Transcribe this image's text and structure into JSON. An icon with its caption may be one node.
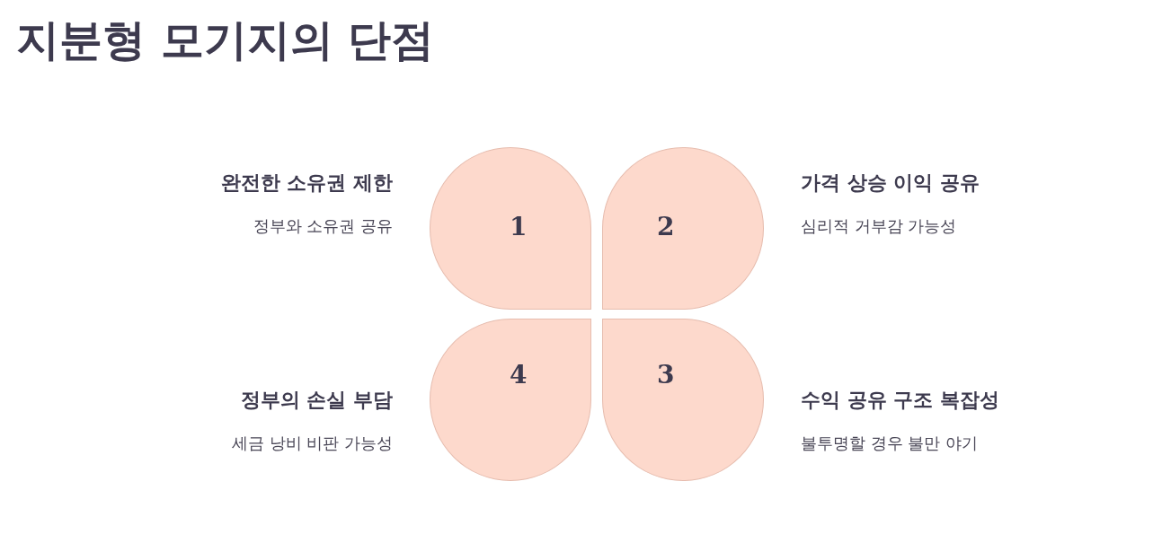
{
  "diagram": {
    "title": "지분형 모기지의 단점",
    "nodes": [
      {
        "text": [
          "1"
        ],
        "beside": [
          "완전한 소유권 제한",
          "정부와 소유권 공유"
        ]
      },
      {
        "text": [
          "2"
        ],
        "beside": [
          "가격 상승 이익 공유",
          "심리적 거부감 가능성"
        ]
      },
      {
        "text": [
          "4"
        ],
        "beside": [
          "정부의 손실 부담",
          "세금 낭비 비판 가능성"
        ]
      },
      {
        "text": [
          "3"
        ],
        "beside": [
          "수익 공유 구조 복잡성",
          "불투명할 경우 불만 야기"
        ]
      }
    ]
  }
}
